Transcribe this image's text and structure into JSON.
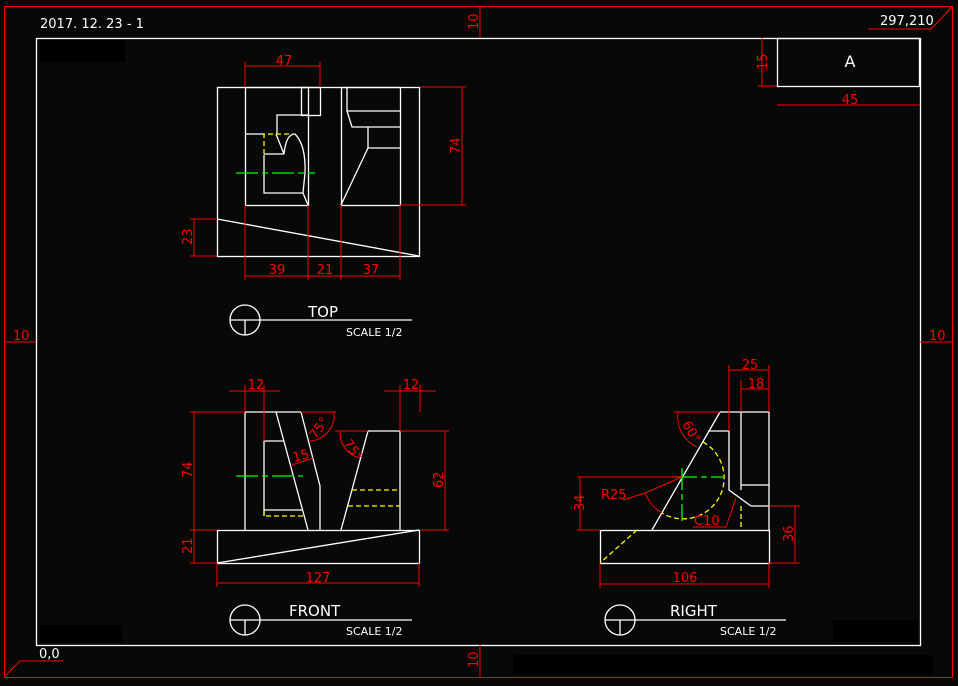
{
  "sheet": {
    "date_label": "2017. 12. 23 - 1",
    "size_label": "297,210",
    "origin_label": "0,0",
    "margin_top": "10",
    "margin_bottom": "10",
    "margin_left": "10",
    "margin_right": "10"
  },
  "title_block": {
    "letter": "A",
    "height_dim": "15",
    "width_dim": "45"
  },
  "views": {
    "top": {
      "name": "TOP",
      "scale": "SCALE 1/2",
      "dims": {
        "width_top": "47",
        "height": "74",
        "slope": "23",
        "d1": "39",
        "d2": "21",
        "d3": "37"
      }
    },
    "front": {
      "name": "FRONT",
      "scale": "SCALE 1/2",
      "dims": {
        "left_w": "12",
        "right_w": "12",
        "height": "74",
        "base": "21",
        "right_h": "62",
        "angle1": "75°",
        "angle2": "75°",
        "thickness": "15",
        "width": "127"
      }
    },
    "right": {
      "name": "RIGHT",
      "scale": "SCALE 1/2",
      "dims": {
        "w25": "25",
        "w18": "18",
        "h34": "34",
        "h36": "36",
        "angle": "60°",
        "radius": "R25",
        "chamfer": "C10",
        "width": "106"
      }
    }
  },
  "colors": {
    "background": "#080808",
    "geometry": "#ffffff",
    "dimension": "#ff0000",
    "hidden": "#ffff00",
    "center": "#00ff00"
  }
}
